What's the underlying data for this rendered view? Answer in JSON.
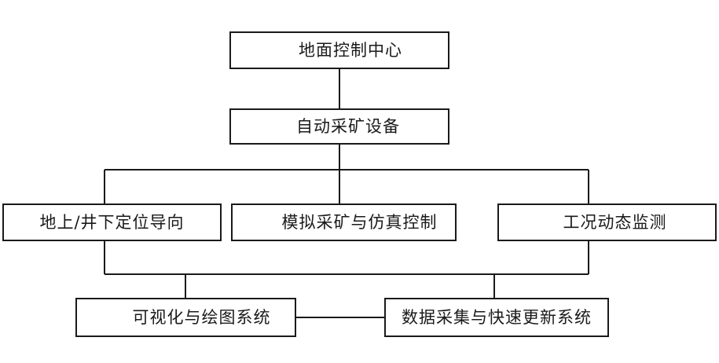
{
  "diagram": {
    "type": "hierarchy",
    "line_color": "#1a1a1a",
    "nodes": {
      "ground_control": "地面控制中心",
      "auto_mining": "自动采矿设备",
      "positioning": "地上/井下定位导向",
      "simulation": "模拟采矿与仿真控制",
      "monitoring": "工况动态监测",
      "visualization": "可视化与绘图系统",
      "data_collection": "数据采集与快速更新系统"
    },
    "edges": [
      {
        "from": "ground_control",
        "to": "auto_mining"
      },
      {
        "from": "auto_mining",
        "to": "positioning"
      },
      {
        "from": "auto_mining",
        "to": "simulation"
      },
      {
        "from": "auto_mining",
        "to": "monitoring"
      },
      {
        "from": "positioning",
        "to": "visualization"
      },
      {
        "from": "monitoring",
        "to": "data_collection"
      },
      {
        "from": "visualization",
        "to": "data_collection"
      }
    ]
  }
}
